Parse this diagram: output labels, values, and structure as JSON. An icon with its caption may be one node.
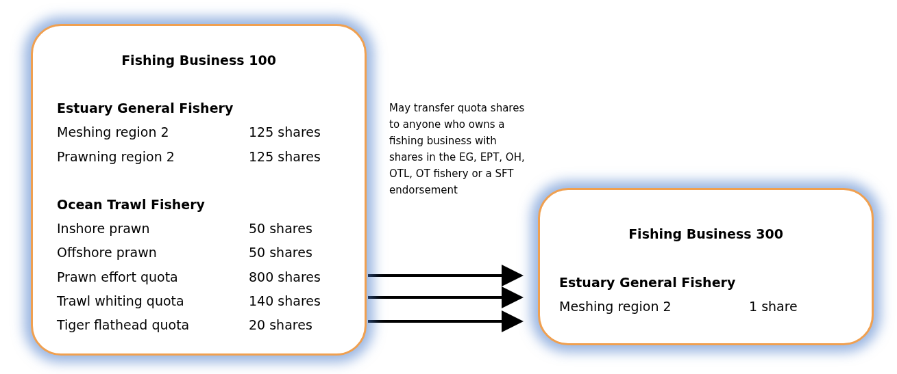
{
  "diagram": {
    "nodes": [
      {
        "text": [
          "Fishing Business 100",
          "Estuary General Fishery",
          "Meshing region 2",
          "125 shares",
          "Prawning region 2",
          "125 shares",
          "Ocean Trawl Fishery",
          "Inshore prawn",
          "50 shares",
          "Offshore prawn",
          "50 shares",
          "Prawn effort quota",
          "800 shares",
          "Trawl whiting quota",
          "140 shares",
          "Tiger flathead quota",
          "20 shares"
        ]
      },
      {
        "text": [
          "Fishing Business 300",
          "Estuary General Fishery",
          "Meshing region 2",
          "1 share"
        ]
      }
    ],
    "edges": [
      {
        "from": 0,
        "to": 1,
        "arrow": "to"
      },
      {
        "from": 0,
        "to": 1,
        "arrow": "to"
      },
      {
        "from": 0,
        "to": 1,
        "arrow": "to"
      }
    ],
    "labels": [
      "May transfer quota shares to anyone who owns a fishing business with shares in the EG, EPT, OH, OTL, OT fishery or a SFT endorsement"
    ]
  }
}
